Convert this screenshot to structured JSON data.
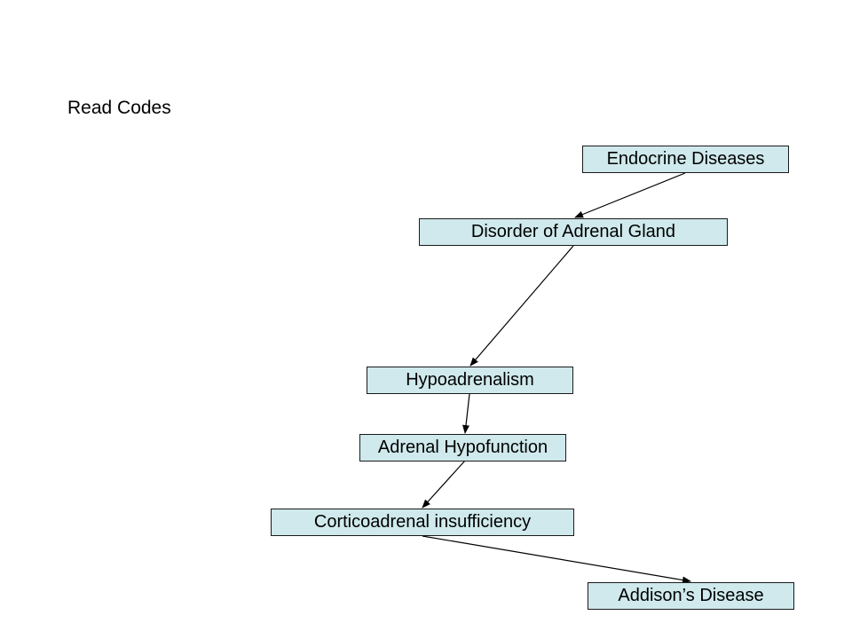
{
  "title": "Read Codes",
  "nodes": [
    {
      "id": "endocrine",
      "label": "Endocrine Diseases"
    },
    {
      "id": "adrenal-gland",
      "label": "Disorder of Adrenal Gland"
    },
    {
      "id": "hypoadrenalism",
      "label": "Hypoadrenalism"
    },
    {
      "id": "hypofunction",
      "label": "Adrenal Hypofunction"
    },
    {
      "id": "corticoadrenal",
      "label": "Corticoadrenal insufficiency"
    },
    {
      "id": "addisons",
      "label": "Addison’s Disease"
    }
  ],
  "edges": [
    {
      "from": "endocrine",
      "to": "adrenal-gland"
    },
    {
      "from": "adrenal-gland",
      "to": "hypoadrenalism"
    },
    {
      "from": "hypoadrenalism",
      "to": "hypofunction"
    },
    {
      "from": "hypofunction",
      "to": "corticoadrenal"
    },
    {
      "from": "corticoadrenal",
      "to": "addisons"
    }
  ],
  "colors": {
    "node_fill": "#cfe9ec",
    "node_border": "#1a1a1a",
    "arrow": "#000000"
  }
}
